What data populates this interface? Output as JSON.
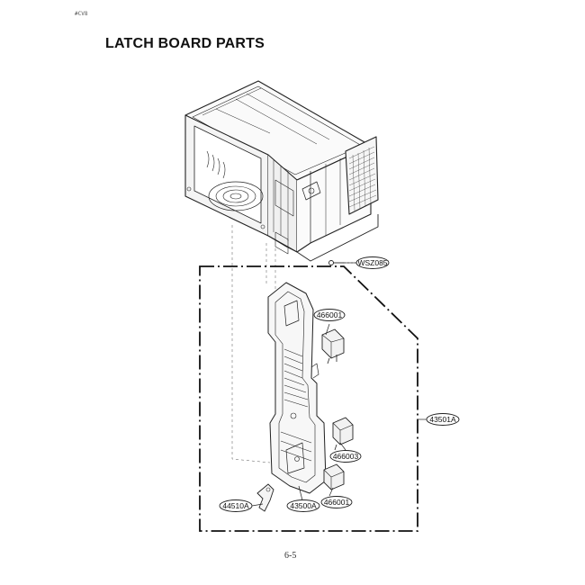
{
  "header": {
    "corner_mark": "#CV8",
    "title": "LATCH BOARD PARTS"
  },
  "footer": {
    "page_number": "6-5"
  },
  "callouts": {
    "wsz085": "WSZ085",
    "c466001_top": "466001",
    "c43501a": "43501A",
    "c466003": "466003",
    "c466001_bottom": "466001",
    "c44510a": "44510A",
    "c43500a": "43500A"
  }
}
